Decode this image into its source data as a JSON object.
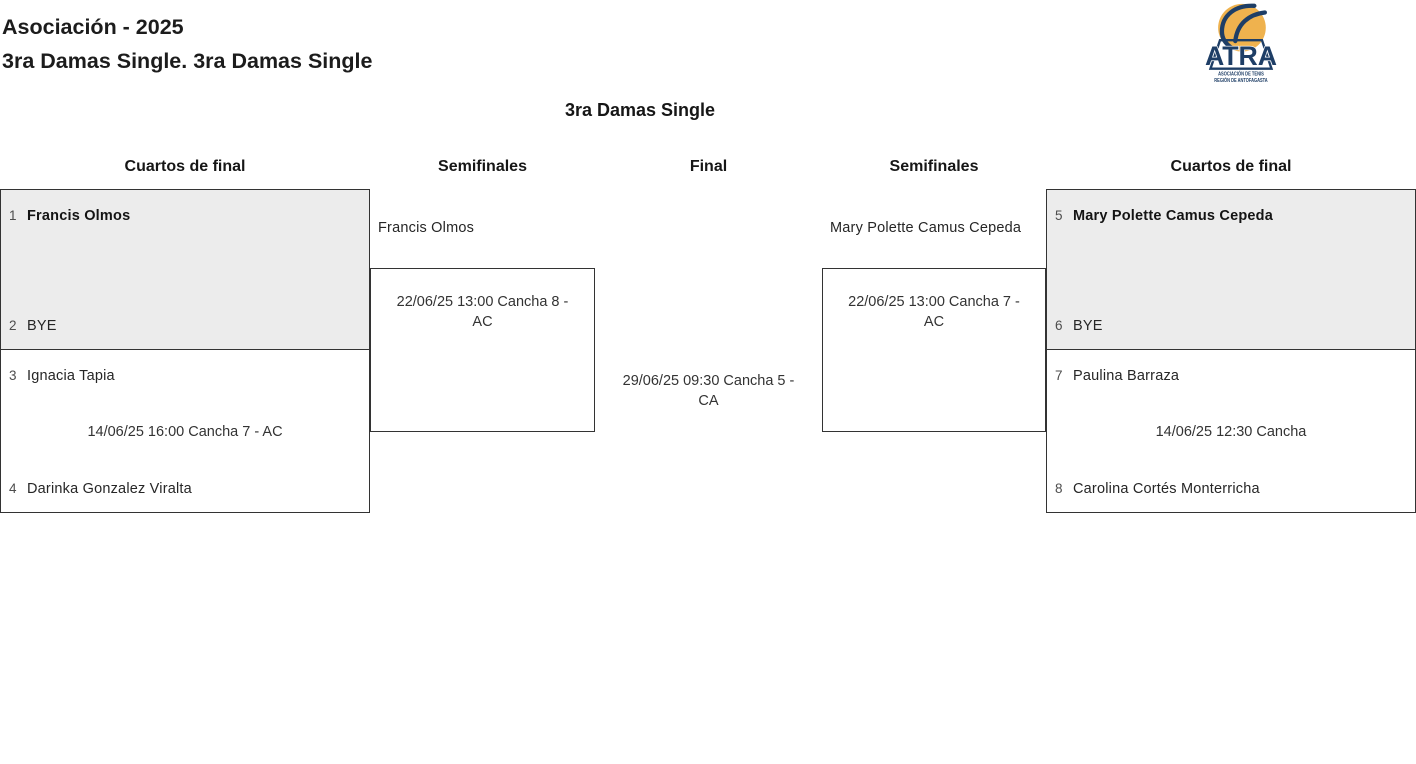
{
  "header": {
    "title_line1": "Asociación - 2025",
    "title_line2": "3ra Damas Single. 3ra Damas Single",
    "logo": {
      "acronym": "ATRA",
      "caption_line1": "ASOCIACIÓN DE TENIS",
      "caption_line2": "REGIÓN DE ANTOFAGASTA",
      "ball_color": "#EFB24E",
      "navy_color": "#1E3E66"
    }
  },
  "bracket": {
    "title": "3ra Damas Single",
    "round_headers": [
      "Cuartos de final",
      "Semifinales",
      "Final",
      "Semifinales",
      "Cuartos de final"
    ],
    "colors": {
      "decided_match_bg": "#ECECEC",
      "pending_match_bg": "#FFFFFF",
      "border": "#333333"
    },
    "matches": {
      "qf_left_top": {
        "p1_seed": "1",
        "p1_name": "Francis Olmos",
        "p1_bold": true,
        "p2_seed": "2",
        "p2_name": "BYE",
        "schedule": ""
      },
      "qf_left_bottom": {
        "p1_seed": "3",
        "p1_name": "Ignacia Tapia",
        "p2_seed": "4",
        "p2_name": "Darinka Gonzalez Viralta",
        "schedule": "14/06/25 16:00 Cancha 7 - AC"
      },
      "sf_left": {
        "advanced_player": "Francis Olmos",
        "schedule": "22/06/25 13:00 Cancha 8 - AC"
      },
      "final": {
        "schedule": "29/06/25 09:30 Cancha 5 - CA"
      },
      "sf_right": {
        "advanced_player": "Mary Polette Camus Cepeda",
        "schedule": "22/06/25 13:00 Cancha 7 - AC"
      },
      "qf_right_top": {
        "p1_seed": "5",
        "p1_name": "Mary Polette Camus Cepeda",
        "p1_bold": true,
        "p2_seed": "6",
        "p2_name": "BYE",
        "schedule": ""
      },
      "qf_right_bottom": {
        "p1_seed": "7",
        "p1_name": "Paulina Barraza",
        "p2_seed": "8",
        "p2_name": "Carolina Cortés Monterricha",
        "schedule": "14/06/25 12:30 Cancha"
      }
    }
  }
}
